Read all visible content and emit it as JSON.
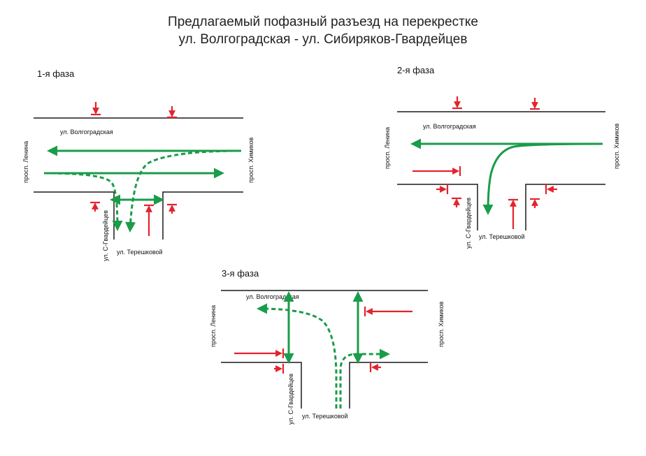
{
  "title": {
    "line1": "Предлагаемый пофазный разъезд на перекрестке",
    "line2": "ул. Волгоградская - ул. Сибиряков-Гвардейцев"
  },
  "phases": [
    {
      "label": "1-я фаза",
      "street_main": "ул. Волгоградская",
      "street_west": "просп. Ленина",
      "street_east": "просп. Химиков",
      "street_side_left": "ул. С-Гвардейцев",
      "street_side_right": "ул. Терешковой"
    },
    {
      "label": "2-я фаза",
      "street_main": "ул. Волгоградская",
      "street_west": "просп. Ленина",
      "street_east": "просп. Химиков",
      "street_side_left": "ул. С-Гвардейцев",
      "street_side_right": "ул. Терешковой"
    },
    {
      "label": "3-я фаза",
      "street_main": "ул. Волгоградская",
      "street_west": "просп. Ленина",
      "street_east": "просп. Химиков",
      "street_side_left": "ул. С-Гвардейцев",
      "street_side_right": "ул. Терешковой"
    }
  ],
  "colors": {
    "allowed": "#1a9c4a",
    "stopped": "#e3232d",
    "road": "#1a1a1a"
  }
}
